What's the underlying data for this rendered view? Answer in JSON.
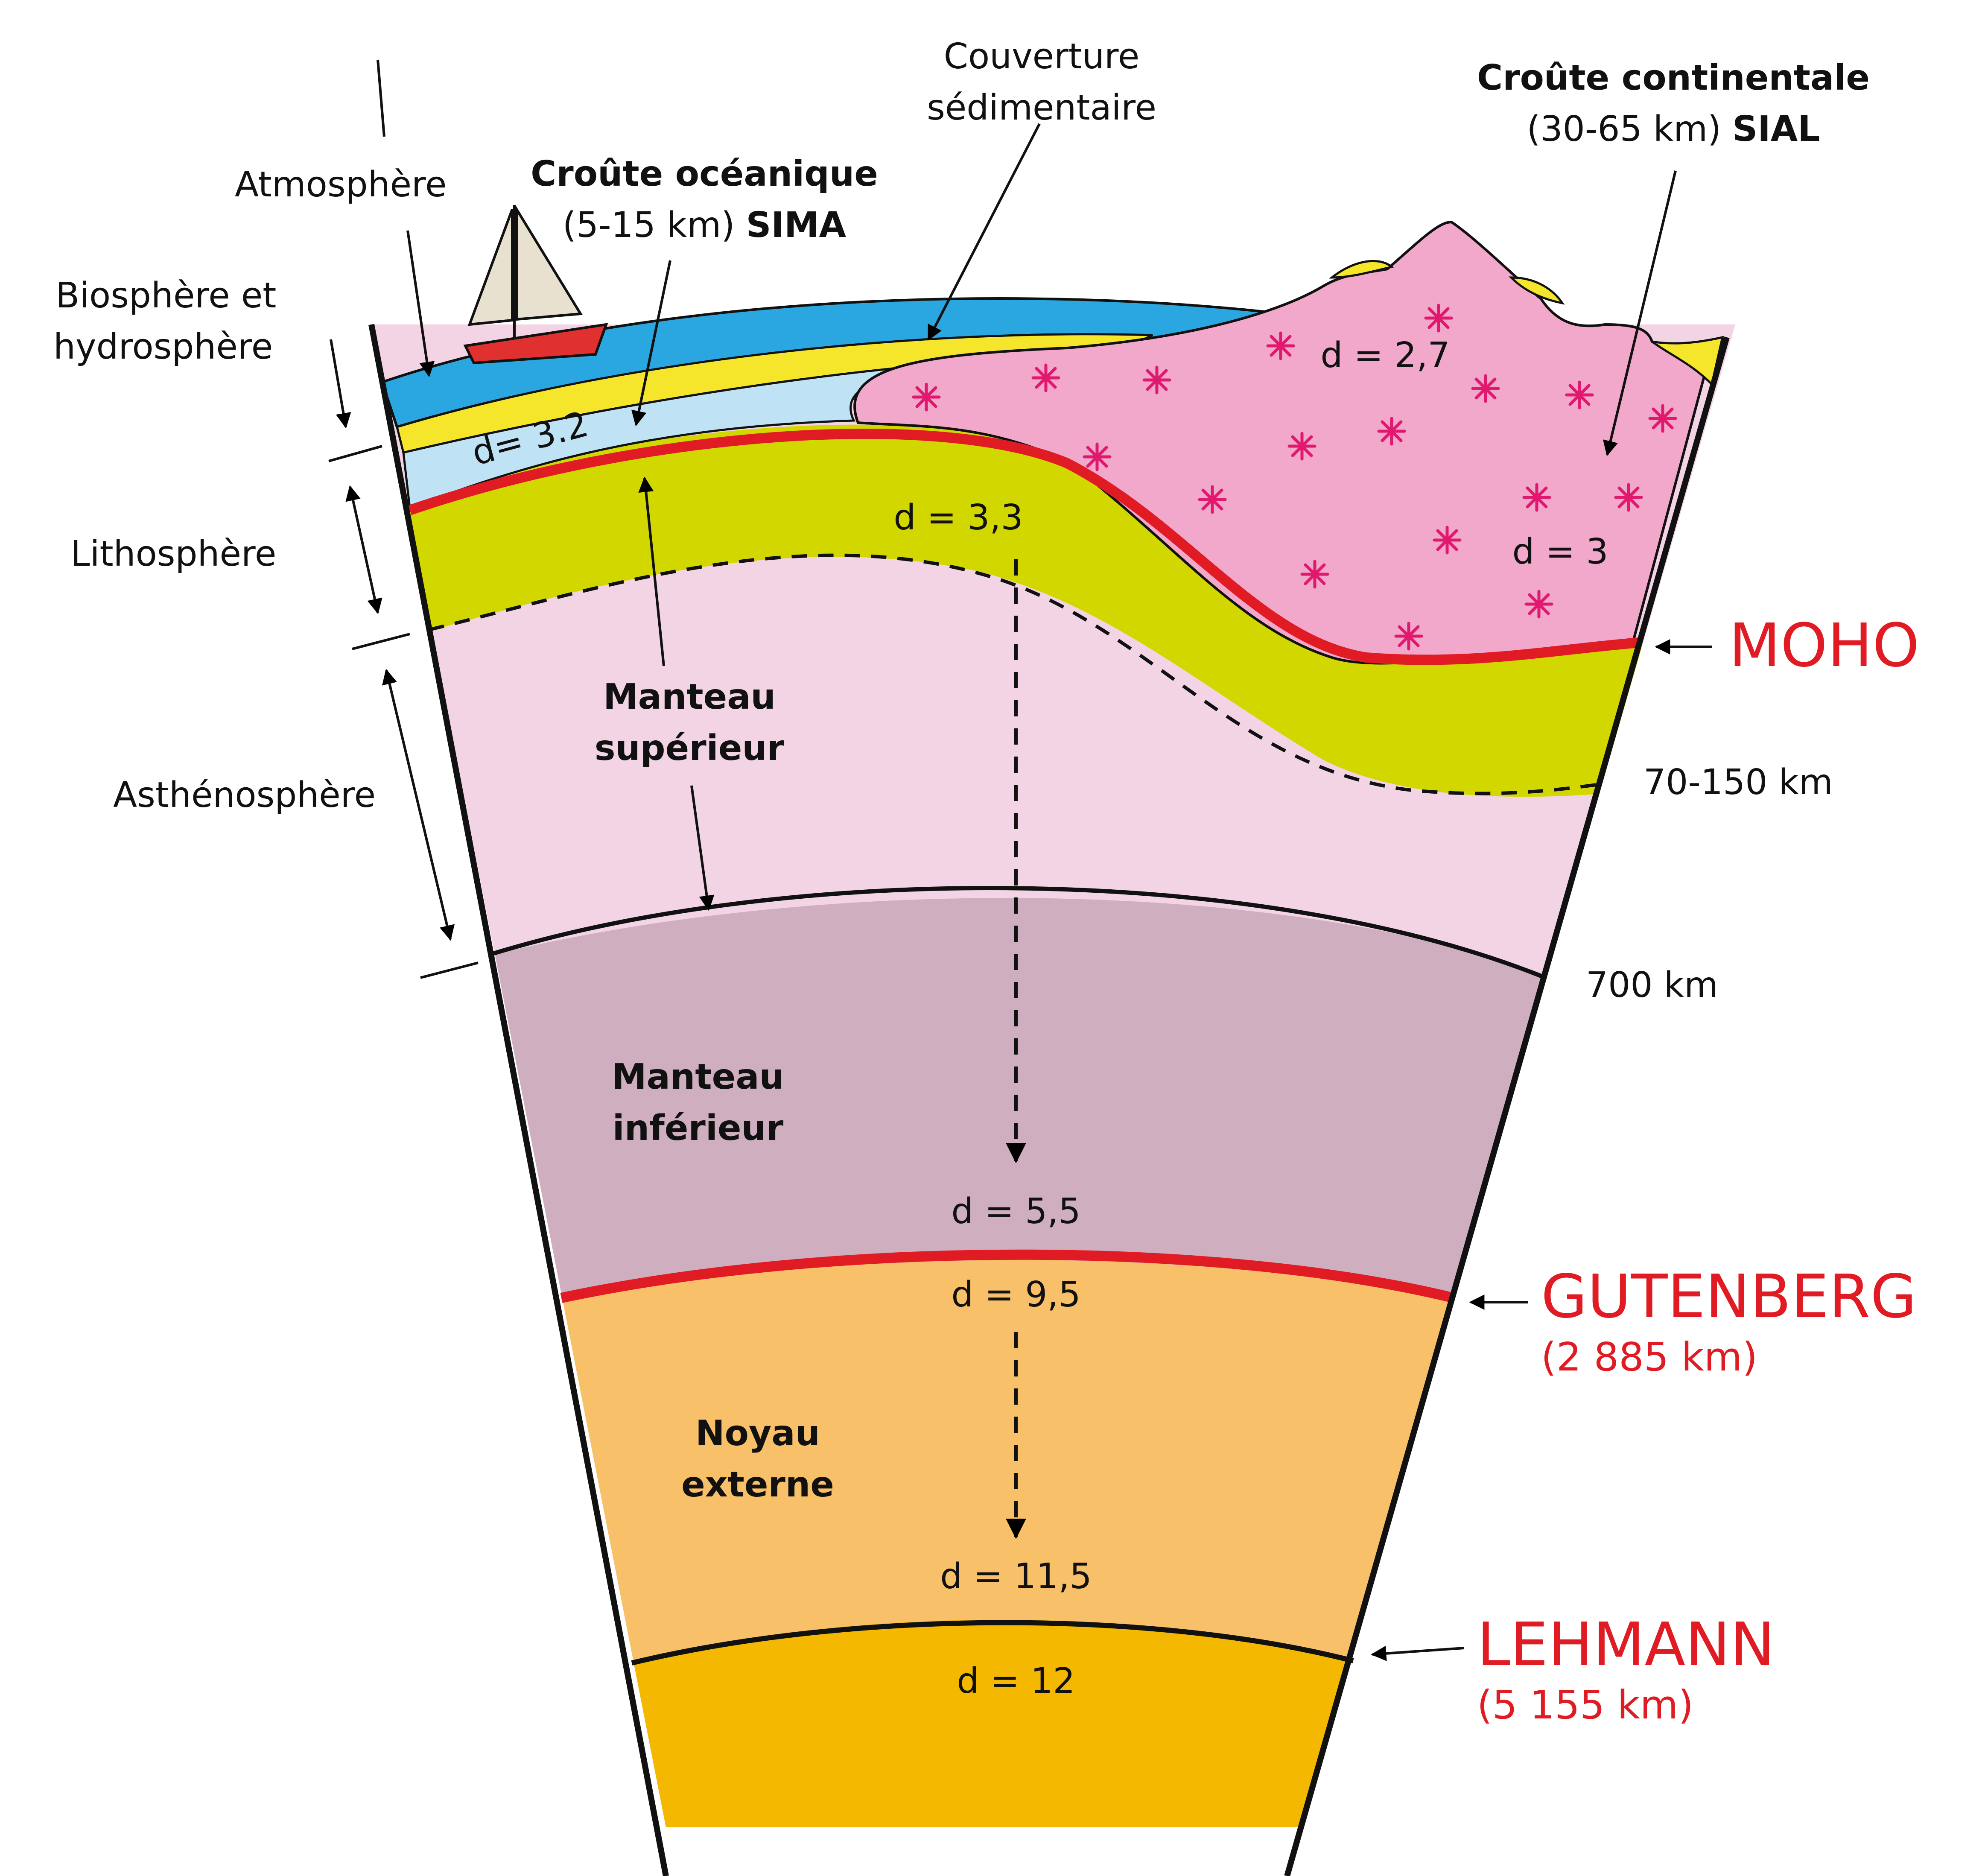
{
  "left_labels": {
    "atmosphere": "Atmosphère",
    "biosphere_1": "Biosphère et",
    "biosphere_2": "hydrosphère",
    "lithosphere": "Lithosphère",
    "asthenosphere": "Asthénosphère"
  },
  "top_labels": {
    "sedimentary_1": "Couverture",
    "sedimentary_2": "sédimentaire",
    "oceanic_title": "Croûte océanique",
    "oceanic_thickness": "(5-15 km) ",
    "oceanic_name": "SIMA",
    "continental_title": "Croûte continentale",
    "continental_thickness": "(30-65 km) ",
    "continental_name": "SIAL"
  },
  "layers": {
    "upper_mantle_1": "Manteau",
    "upper_mantle_2": "supérieur",
    "lower_mantle_1": "Manteau",
    "lower_mantle_2": "inférieur",
    "outer_core_1": "Noyau",
    "outer_core_2": "externe"
  },
  "densities": {
    "oceanic": "d= 3.2",
    "continental_top": "d = 2,7",
    "continental_bottom": "d = 3",
    "lithosphere_mantle": "d = 3,3",
    "lower_mantle_bottom": "d = 5,5",
    "outer_core_top": "d = 9,5",
    "outer_core_bottom": "d = 11,5",
    "inner_core": "d = 12"
  },
  "depths": {
    "lithosphere_base": "70-150 km",
    "upper_mantle_base": "700 km"
  },
  "discontinuities": {
    "moho": "MOHO",
    "gutenberg": "GUTENBERG",
    "gutenberg_depth": "(2 885 km)",
    "lehmann": "LEHMANN",
    "lehmann_depth": "(5 155 km)"
  },
  "colors": {
    "ocean": "#2aa7e0",
    "sediment": "#f5e62c",
    "oceanic_crust": "#bfe3f4",
    "continental_crust": "#f2a8cb",
    "lithospheric_mantle": "#d2d700",
    "asthenosphere": "#f3d4e4",
    "lower_mantle": "#cfafbf",
    "outer_core": "#f8c068",
    "inner_core": "#f4b800",
    "discontinuity": "#e01b24",
    "granite_marks": "#e0196e"
  }
}
